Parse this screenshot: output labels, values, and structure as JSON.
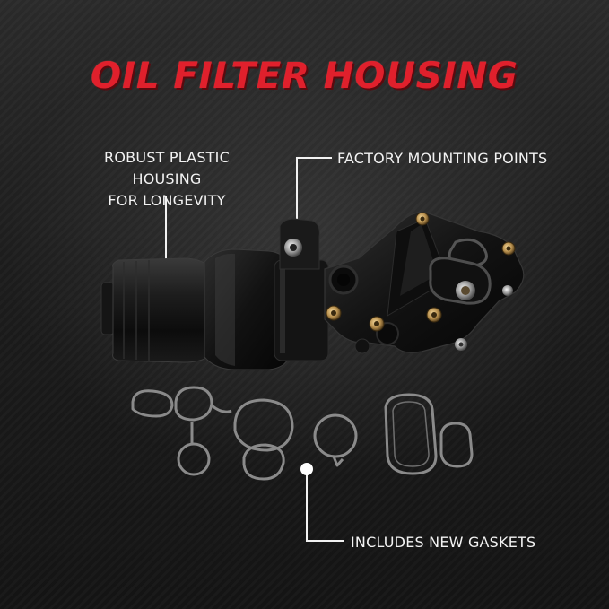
{
  "title": "OIL FILTER HOUSING",
  "callouts": {
    "housing_line1": "ROBUST PLASTIC HOUSING",
    "housing_line2": "FOR LONGEVITY",
    "mounting": "FACTORY MOUNTING POINTS",
    "gaskets": "INCLUDES NEW GASKETS"
  },
  "colors": {
    "title_red": "#e0202c",
    "callout_white": "#f2f2f2",
    "background": "#1c1c1c"
  }
}
